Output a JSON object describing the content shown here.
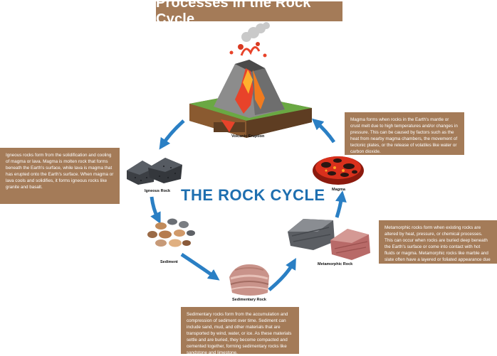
{
  "title": "Processes in the Rock Cycle",
  "center_title": "THE ROCK CYCLE",
  "labels": {
    "volcanic": "Volcanic Eruption",
    "igneous": "Igneous Rock",
    "magma": "Magma",
    "sediment": "Sediment",
    "metamorphic": "Metamorphic Rock",
    "sedimentary": "Sedimentary Rock"
  },
  "descriptions": {
    "magma": "Magma forms when rocks in the Earth's mantle or crust melt due to high temperatures and/or changes in pressure. This can be caused by factors such as the heat from nearby magma chambers, the movement of tectonic plates, or the release of volatiles like water or carbon dioxide.",
    "igneous": "Igneous rocks form from the solidification and cooling of magma or lava. Magma is molten rock that forms beneath the Earth's surface, while lava is magma that has erupted onto the Earth's surface. When magma or lava cools and solidifies, it forms igneous rocks like granite and basalt.",
    "metamorphic": "Metamorphic rocks form when existing rocks are altered by heat, pressure, or chemical processes. This can occur when rocks are buried deep beneath the Earth's surface or come into contact with hot fluids or magma. Metamorphic rocks like marble and slate often have a layered or foliated appearance due to the",
    "sedimentary": "Sedimentary rocks form from the accumulation and compression of sediment over time. Sediment can include sand, mud, and other materials that are transported by wind, water, or ice. As these materials settle and are buried, they become compacted and cemented together, forming sedimentary rocks like sandstone and limestone."
  },
  "colors": {
    "box": "#a47b58",
    "arrow": "#2a7fc4",
    "title_text": "#1e6fb0"
  },
  "icons": [
    "volcano-icon",
    "igneous-rock-icon",
    "magma-icon",
    "sediment-icon",
    "metamorphic-rock-icon",
    "sedimentary-rock-icon",
    "cycle-arrow-icon"
  ]
}
